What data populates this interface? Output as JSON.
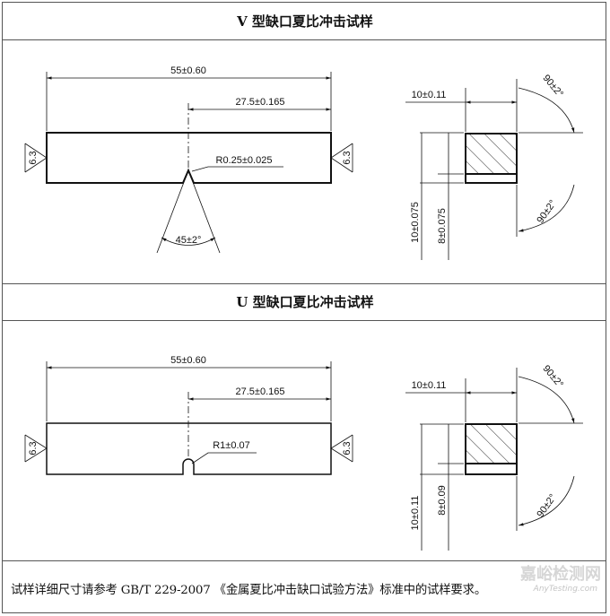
{
  "v_section": {
    "title": "V 型缺口夏比冲击试样",
    "dim_length": "55±0.60",
    "dim_half": "27.5±0.165",
    "dim_radius": "R0.25±0.025",
    "dim_angle": "45±2°",
    "roughness_left": "6.3",
    "roughness_right": "6.3",
    "dim_width": "10±0.11",
    "dim_angle_top": "90±2°",
    "dim_height": "10±0.075",
    "dim_ligament": "8±0.075",
    "dim_angle_bottom": "90±2°"
  },
  "u_section": {
    "title": "U 型缺口夏比冲击试样",
    "dim_length": "55±0.60",
    "dim_half": "27.5±0.165",
    "dim_radius": "R1±0.07",
    "roughness_left": "6.3",
    "roughness_right": "6.3",
    "dim_width": "10±0.11",
    "dim_angle_top": "90±2°",
    "dim_height": "10±0.11",
    "dim_ligament": "8±0.09",
    "dim_angle_bottom": "90±2°"
  },
  "footer": {
    "text": "试样详细尺寸请参考 GB/T 229-2007 《金属夏比冲击缺口试验方法》标准中的试样要求。"
  },
  "watermark": {
    "brand": "嘉峪检测网",
    "url": "AnyTesting.com"
  }
}
